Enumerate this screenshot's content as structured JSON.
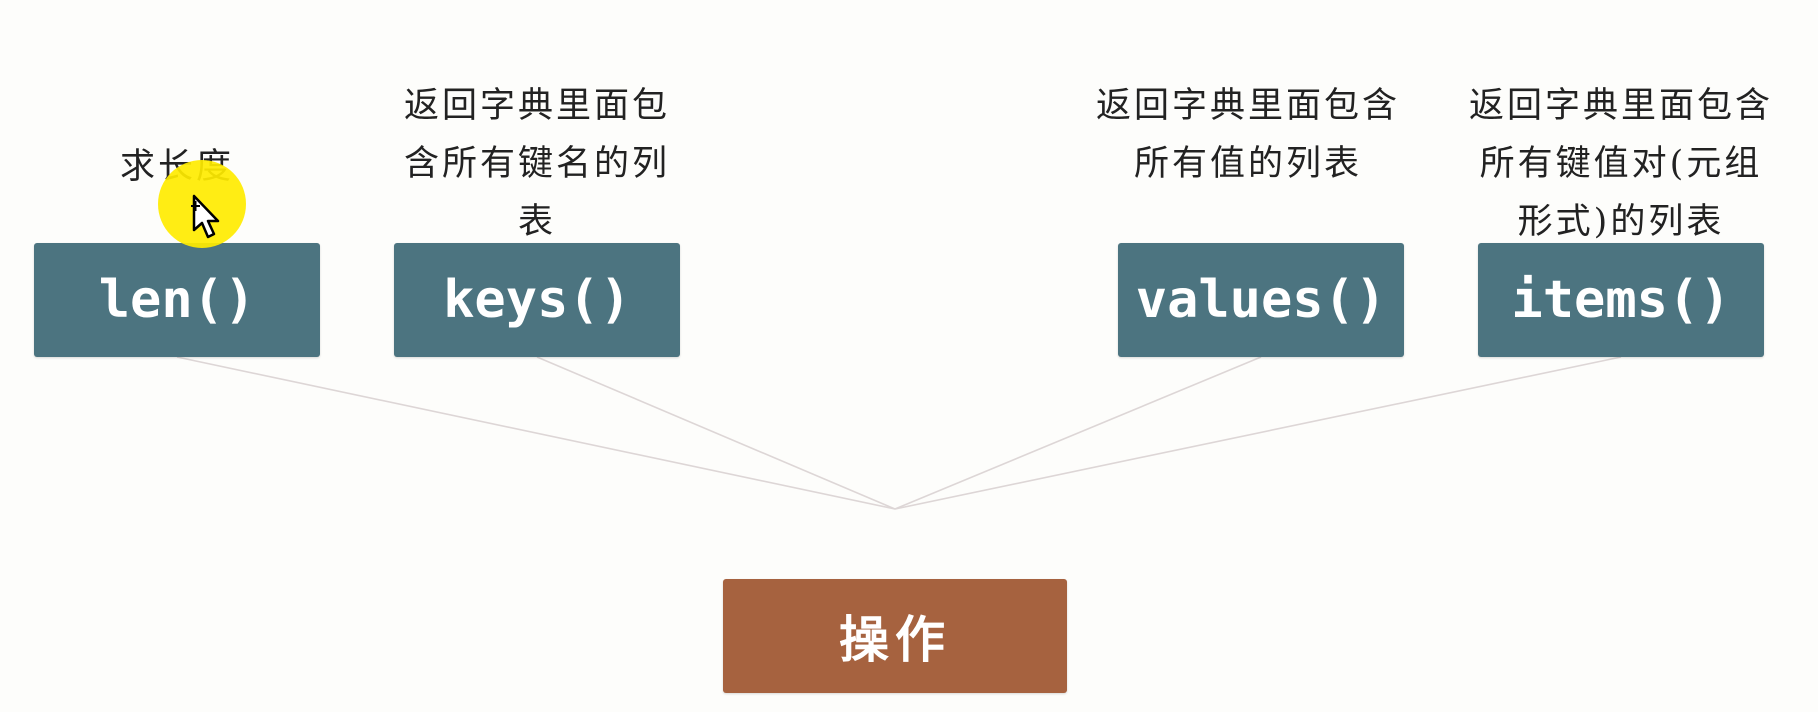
{
  "diagram": {
    "root": {
      "label": "操作",
      "color": "#a6623f"
    },
    "methods": [
      {
        "id": "len",
        "label": "len()",
        "caption": "求长度",
        "color": "#4c7480"
      },
      {
        "id": "keys",
        "label": "keys()",
        "caption": "返回字典里面包含所有键名的列表",
        "color": "#4c7480"
      },
      {
        "id": "values",
        "label": "values()",
        "caption": "返回字典里面包含所有值的列表",
        "color": "#4c7480"
      },
      {
        "id": "items",
        "label": "items()",
        "caption": "返回字典里面包含所有键值对(元组形式)的列表",
        "color": "#4c7480"
      }
    ],
    "line_color": "#ddd6d6"
  },
  "overlay": {
    "cursor_icon": "pointer-cursor-icon",
    "highlight_color": "#ffec00"
  }
}
